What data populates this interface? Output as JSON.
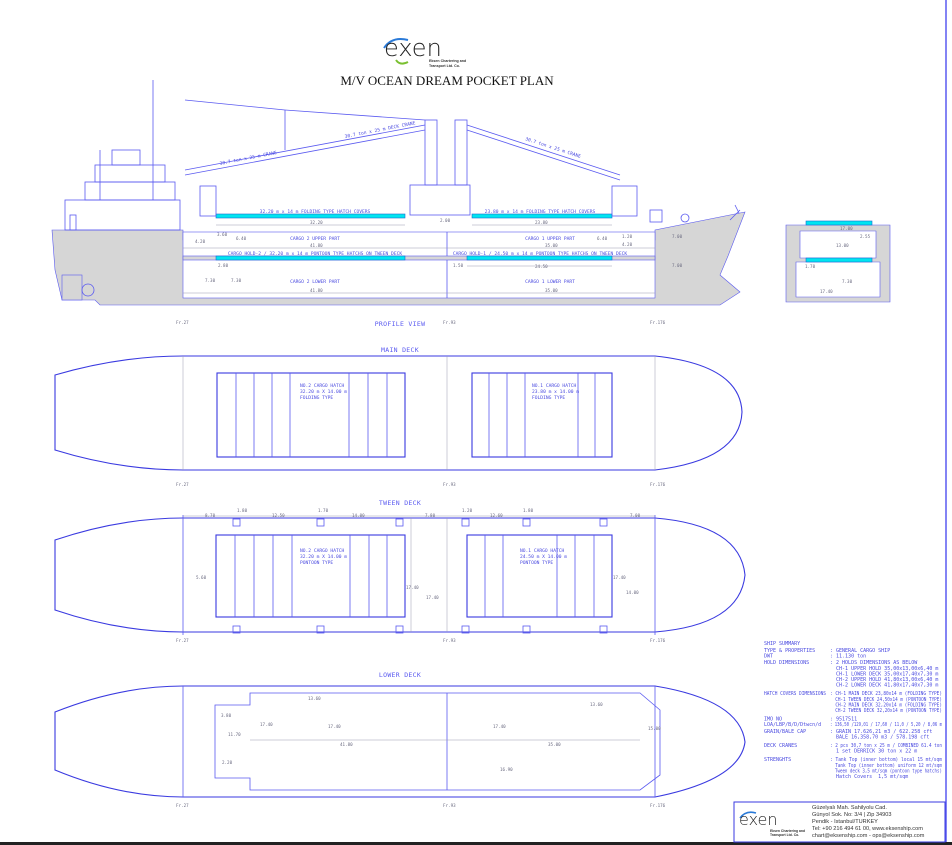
{
  "header": {
    "logo_text": "exen",
    "logo_sub1": "Eksen Chartering and",
    "logo_sub2": "Transport Ltd. Co.",
    "title": "M/V  OCEAN DREAM  POCKET PLAN"
  },
  "views": {
    "profile": "PROFILE VIEW",
    "main_deck": "MAIN DECK",
    "tween_deck": "TWEEN DECK",
    "lower_deck": "LOWER DECK"
  },
  "frames": [
    "Fr.27",
    "Fr.93",
    "Fr.176"
  ],
  "profile": {
    "hatch2_cover": "32.20 m x 14 m FOLDING TYPE HATCH COVERS",
    "hatch1_cover": "23.80 m x 14 m FOLDING TYPE HATCH COVERS",
    "hold2_upper": "CARGO 2 UPPER PART",
    "hold1_upper": "CARGO 1 UPPER PART",
    "hold2_tween": "CARGO HOLD-2 / 32.20 m x 14 m PONTOON TYPE HATCHS ON TWEEN DECK",
    "hold1_tween": "CARGO HOLD-1 / 24.50 m x 14 m PONTOON TYPE HATCHS ON TWEEN DECK",
    "hold2_lower": "CARGO 2 LOWER PART",
    "hold1_lower": "CARGO 1 LOWER PART",
    "crane_left": "30.7 ton x 25 m CRANE",
    "crane_right": "30.7 ton x 25 m CRANE",
    "crane_mid": "30.7 ton x 25 m DECK CRANE",
    "dims": [
      "32.20",
      "23.80",
      "41.80",
      "35.00",
      "24.50",
      "41.80",
      "35.00",
      "6.40",
      "4.20",
      "7.30",
      "7.30",
      "2.80",
      "7.00",
      "7.00",
      "1.20",
      "1.50",
      "6.40",
      "4.20",
      "3.60",
      "2.00"
    ]
  },
  "section": {
    "dims": [
      "17.00",
      "2.55",
      "13.00",
      "17.40",
      "7.30",
      "1.70"
    ]
  },
  "main_deck": {
    "hatch2": [
      "NO.2 CARGO HATCH",
      "32.20 m X 14.00 m",
      "FOLDING TYPE"
    ],
    "hatch1": [
      "NO.1 CARGO HATCH",
      "23.80 m x 14.00 m",
      "FOLDING TYPE"
    ]
  },
  "tween_deck": {
    "hatch2": [
      "NO.2 CARGO HATCH",
      "32.20 m X 14.00 m",
      "PONTOON TYPE"
    ],
    "hatch1": [
      "NO.1 CARGO HATCH",
      "24.50 m X 14.00 m",
      "PONTOON TYPE"
    ],
    "dims": [
      "8.70",
      "1.80",
      "12.50",
      "1.70",
      "14.00",
      "7.80",
      "1.20",
      "12.60",
      "1.80",
      "7.00",
      "5.60",
      "17.40",
      "17.40",
      "17.40",
      "14.00"
    ]
  },
  "lower_deck": {
    "dims": [
      "13.60",
      "17.40",
      "17.40",
      "41.80",
      "35.00",
      "2.20",
      "3.80",
      "17.40",
      "13.60",
      "16.90",
      "11.70",
      "15.00"
    ]
  },
  "summary": {
    "heading": "SHIP SUMMARY",
    "rows": [
      {
        "k": "TYPE & PROPERTIES",
        "v": ": GENERAL CARGO SHIP"
      },
      {
        "k": "DWT",
        "v": ": 11.130 ton"
      },
      {
        "k": "HOLD DIMENSIONS",
        "v": ": 2 HOLDS DIMENSIONS AS BELOW"
      },
      {
        "k": "",
        "v": "  CH-1 UPPER HOLD 35,00x13,00x6,40 m"
      },
      {
        "k": "",
        "v": "  CH-1 LOWER DECK 35,00x17,40x7,30 m"
      },
      {
        "k": "",
        "v": "  CH-2 UPPER HOLD 41,80x13,00x6,40 m"
      },
      {
        "k": "",
        "v": "  CH-2 LOWER DECK 41,80x17,40x7,30 m"
      },
      {
        "k": "HATCH COVERS DIMENSIONS",
        "v": ": CH-1 MAIN DECK 23,80x14 m (FOLDING TYPE)"
      },
      {
        "k": "",
        "v": "  CH-1 TWEEN DECK 24,50x14 m (PONTOON TYPE)"
      },
      {
        "k": "",
        "v": "  CH-2 MAIN DECK 32,20x14 m (FOLDING TYPE)"
      },
      {
        "k": "",
        "v": "  CH-2 TWEEN DECK 32,20x14 m (PONTOON TYPE)"
      },
      {
        "k": "IMO NO",
        "v": ": 9517511"
      },
      {
        "k": "LOA/LBP/B/D/Dtwcn/d",
        "v": ": 136,50 /129,01 / 17,60 / 11,0 / 5,20 / 8,06 m"
      },
      {
        "k": "GRAIN/BALE CAP",
        "v": ": GRAIN 17.626,21 m3 / 622.258 cft"
      },
      {
        "k": "",
        "v": "  BALE 16,358,70 m3 / 578.198 cft"
      },
      {
        "k": "DECK CRANES",
        "v": ": 2 pcs 30,7 ton x 25 m / COMBINED 61.4 ton"
      },
      {
        "k": "",
        "v": "  1 set DERRICK 30 ton x 22 m"
      },
      {
        "k": "STRENGHTS",
        "v": ": Tank Top (inner bottom) local 15 mt/sqm"
      },
      {
        "k": "",
        "v": "  Tank Top (inner bottom) uniform 12 mt/sqm"
      },
      {
        "k": "",
        "v": "  Tween deck 3,5 mt/sqm (pontoon type hatchs)"
      },
      {
        "k": "",
        "v": "  Hatch Covers  1,5 mt/sqm"
      }
    ]
  },
  "footer": {
    "logo_text": "exen",
    "logo_sub1": "Eksen Chartering and",
    "logo_sub2": "Transport Ltd. Co.",
    "address": [
      "Güzelyalı Mah. Sahilyolu Cad.",
      "Günyol Sok. No: 3/4 | Zip 34903",
      "Pendik - Istanbul/TURKEY",
      "Tel: +90 216 494 61 00, www.eksenship.com",
      "chart@eksenship.com - ops@eksenship.com"
    ]
  }
}
